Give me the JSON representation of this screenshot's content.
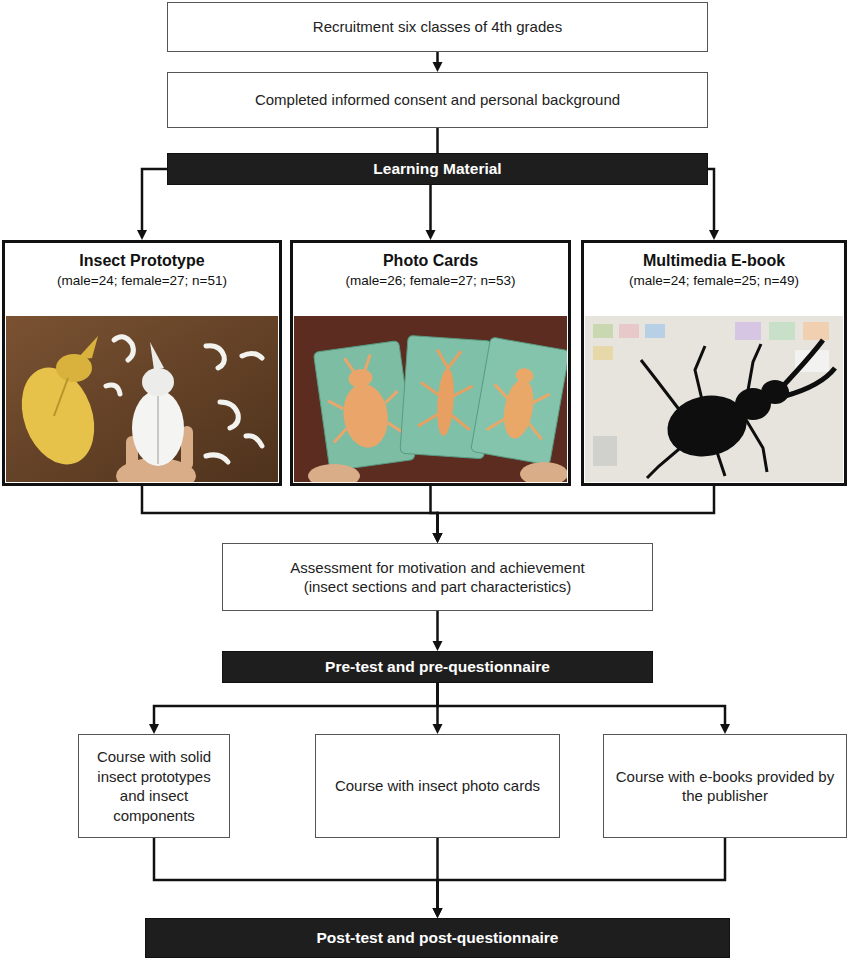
{
  "diagram": {
    "nodes": [
      {
        "text": [
          "Recruitment six classes of 4th grades"
        ]
      },
      {
        "text": [
          "Completed informed consent and personal background"
        ]
      },
      {
        "text": [
          "Learning Material"
        ]
      },
      {
        "text": [
          "Insect Prototype",
          "(male=24; female=27; n=51)"
        ]
      },
      {
        "text": [
          "Photo Cards",
          "(male=26; female=27; n=53)"
        ]
      },
      {
        "text": [
          "Multimedia E-book",
          "(male=24; female=25; n=49)"
        ]
      },
      {
        "text": [
          "Assessment for motivation and achievement",
          "(insect sections and part characteristics)"
        ]
      },
      {
        "text": [
          "Pre-test and pre-questionnaire"
        ]
      },
      {
        "text": [
          "Course with solid insect prototypes and insect components"
        ]
      },
      {
        "text": [
          "Course with insect photo cards"
        ]
      },
      {
        "text": [
          "Course with e-books provided by the publisher"
        ]
      },
      {
        "text": [
          "Post-test and post-questionnaire"
        ]
      }
    ],
    "edges": [
      {
        "from": 0,
        "to": 1,
        "arrow": "to"
      },
      {
        "from": 1,
        "to": 2,
        "arrow": "none"
      },
      {
        "from": 2,
        "to": 3,
        "arrow": "to"
      },
      {
        "from": 2,
        "to": 4,
        "arrow": "to"
      },
      {
        "from": 2,
        "to": 5,
        "arrow": "to"
      },
      {
        "from": 3,
        "to": 6,
        "arrow": "to"
      },
      {
        "from": 4,
        "to": 6,
        "arrow": "to"
      },
      {
        "from": 5,
        "to": 6,
        "arrow": "to"
      },
      {
        "from": 6,
        "to": 7,
        "arrow": "to"
      },
      {
        "from": 7,
        "to": 8,
        "arrow": "to"
      },
      {
        "from": 7,
        "to": 9,
        "arrow": "to"
      },
      {
        "from": 7,
        "to": 10,
        "arrow": "to"
      },
      {
        "from": 8,
        "to": 11,
        "arrow": "to"
      },
      {
        "from": 9,
        "to": 11,
        "arrow": "to"
      },
      {
        "from": 10,
        "to": 11,
        "arrow": "to"
      }
    ]
  }
}
